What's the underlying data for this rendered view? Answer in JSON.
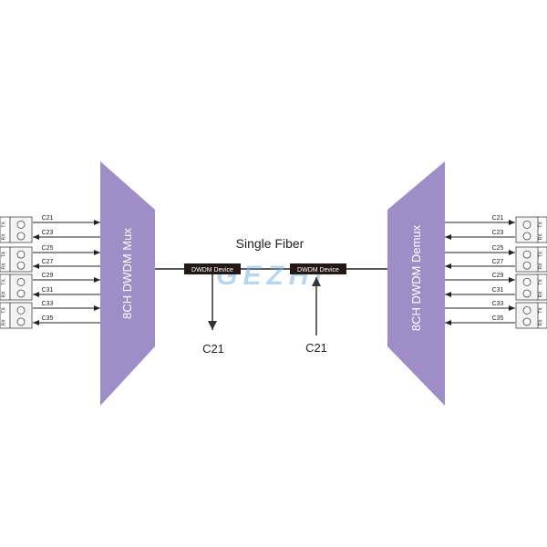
{
  "colors": {
    "mux_fill": "#9F8DC8",
    "device_fill": "#231815",
    "line": "#222222",
    "watermark": "#7DB8E6"
  },
  "mux": {
    "label": "8CH DWDM Mux"
  },
  "demux": {
    "label": "8CH DWDM Demux"
  },
  "fiber": {
    "label": "Single Fiber"
  },
  "devices": [
    {
      "label": "DWDM Device",
      "drop_label": "C21"
    },
    {
      "label": "DWDM Device",
      "add_label": "C21"
    }
  ],
  "watermark": {
    "text": "GEZHI"
  },
  "transceiver": {
    "tx": "TX",
    "rx": "RX"
  },
  "channels": [
    "C21",
    "C23",
    "C25",
    "C27",
    "C29",
    "C31",
    "C33",
    "C35"
  ]
}
